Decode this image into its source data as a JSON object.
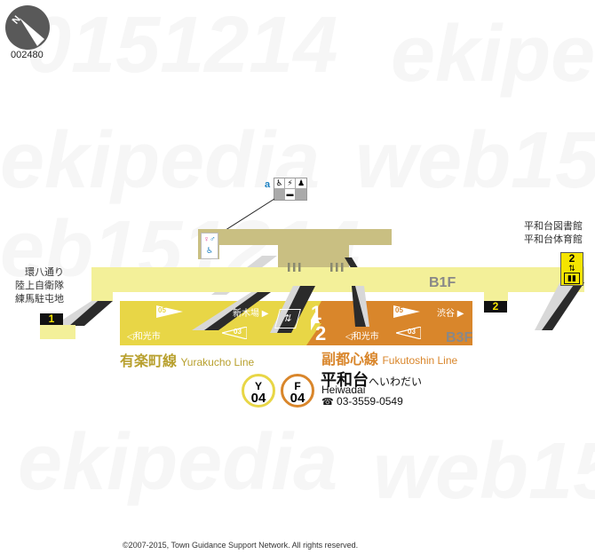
{
  "map": {
    "id": "002480",
    "compass": {
      "label": "N",
      "icon": "compass-north-icon"
    },
    "watermarks": [
      "0151214",
      "ekipedia",
      "ekipedia",
      "web151"
    ],
    "floors": {
      "b1f": "B1F",
      "b3f": "B3F"
    },
    "exits": [
      {
        "number": "1",
        "destinations": [
          "環八通り",
          "陸上自衛隊",
          "練馬駐屯地"
        ]
      },
      {
        "number": "2",
        "destinations": [
          "平和台図書館",
          "平和台体育館"
        ]
      },
      {
        "number": "2",
        "destinations": []
      }
    ],
    "facility_callout": {
      "label": "a",
      "icons": [
        "wheelchair-icon",
        "wheelchair-charging-icon",
        "nursing-room-icon",
        "baby-chair-icon"
      ]
    },
    "platforms": {
      "track1": "1",
      "track2": "2",
      "yurakucho": {
        "upper_train": "05",
        "upper_dest": "新木場",
        "lower_dest": "和光市",
        "lower_train": "03"
      },
      "fukutoshin": {
        "upper_train": "05",
        "upper_dest": "渋谷",
        "lower_dest": "和光市",
        "lower_train": "03"
      }
    },
    "lines": [
      {
        "name_jp": "有楽町線",
        "name_en": "Yurakucho Line",
        "color": "#e8d646",
        "code": "Y",
        "number": "04"
      },
      {
        "name_jp": "副都心線",
        "name_en": "Fukutoshin Line",
        "color": "#d9862b",
        "code": "F",
        "number": "04"
      }
    ],
    "station": {
      "name_jp": "平和台",
      "name_kana": "へいわだい",
      "name_en": "Heiwadai",
      "phone_icon": "☎",
      "phone": "03-3559-0549"
    },
    "copyright": "©2007-2015, Town Guidance Support Network. All rights reserved.",
    "colors": {
      "concourse": "#f3f099",
      "upper_concourse": "#c9bf82",
      "yurakucho": "#e8d646",
      "fukutoshin": "#d9862b",
      "stair_dark": "#2b2b2b",
      "stair_light": "#d8d8d8",
      "exit_badge_bg": "#111111",
      "exit_badge_fg": "#f5e400",
      "elevator_bg": "#f5e400"
    }
  }
}
